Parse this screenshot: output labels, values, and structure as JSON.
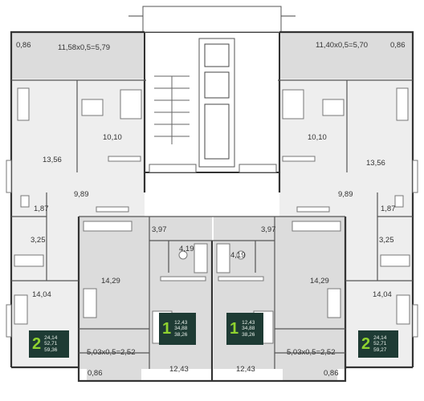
{
  "rooms": {
    "balcony_tl": "0,86",
    "loggia_top_left": "11,58x0,5=5,79",
    "loggia_top_right": "11,40x0,5=5,70",
    "balcony_tr": "0,86",
    "bedroom_left": "10,10",
    "bedroom_right": "10,10",
    "living_left": "13,56",
    "living_right": "13,56",
    "hall_left": "9,89",
    "hall_right": "9,89",
    "wc_left": "1,87",
    "wc_right": "1,87",
    "bath_left": "3,25",
    "bath_right": "3,25",
    "kitchen_left": "14,04",
    "kitchen_right": "14,04",
    "living_mid_left": "14,29",
    "living_mid_right": "14,29",
    "hall_mid_left": "3,97",
    "hall_mid_right": "3,97",
    "bath_mid_left": "4,19",
    "bath_mid_right": "4,19",
    "room_mid_left": "12,43",
    "room_mid_right": "12,43",
    "loggia_bottom_left": "5,03x0,5=2,52",
    "loggia_bottom_right": "5,03x0,5=2,52",
    "balcony_bl": "0,86",
    "balcony_br": "0,86"
  },
  "apartments": [
    {
      "rooms": "2",
      "living": "24,14",
      "area": "52,71",
      "total": "59,36"
    },
    {
      "rooms": "1",
      "living": "12,43",
      "area": "34,88",
      "total": "38,26"
    },
    {
      "rooms": "1",
      "living": "12,43",
      "area": "34,88",
      "total": "38,26"
    },
    {
      "rooms": "2",
      "living": "24,14",
      "area": "52,71",
      "total": "59,27"
    }
  ],
  "colors": {
    "wall": "#333333",
    "shade_light": "#eeeeee",
    "shade_mid": "#dcdcdc",
    "shade_dark": "#cfcfcf",
    "badge_bg": "#1e3b34",
    "badge_accent": "#8fd32f"
  }
}
